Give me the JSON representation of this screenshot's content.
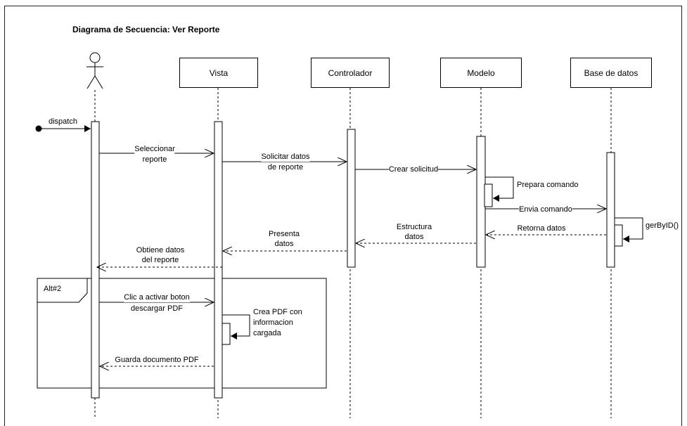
{
  "title": "Diagrama de Secuencia: Ver Reporte",
  "participants": {
    "vista": "Vista",
    "controlador": "Controlador",
    "modelo": "Modelo",
    "base_de_datos": "Base de datos"
  },
  "messages": {
    "dispatch": "dispatch",
    "seleccionar_1": "Seleccionar",
    "seleccionar_2": "reporte",
    "solicitar_1": "Solicitar datos",
    "solicitar_2": "de reporte",
    "crear_solicitud": "Crear solicitud",
    "prepara_comando": "Prepara comando",
    "envia_comando": "Envia comando",
    "gerbyid": "gerByID()",
    "retorna_datos": "Retorna datos",
    "estructura_1": "Estructura",
    "estructura_2": "datos",
    "presenta_1": "Presenta",
    "presenta_2": "datos",
    "obtiene_1": "Obtiene datos",
    "obtiene_2": "del reporte",
    "clic_1": "Clic a activar boton",
    "clic_2": "descargar PDF",
    "crea_pdf_1": "Crea PDF con",
    "crea_pdf_2": "informacion",
    "crea_pdf_3": "cargada",
    "guarda": "Guarda documento PDF"
  },
  "fragment": {
    "label": "Alt#2"
  }
}
